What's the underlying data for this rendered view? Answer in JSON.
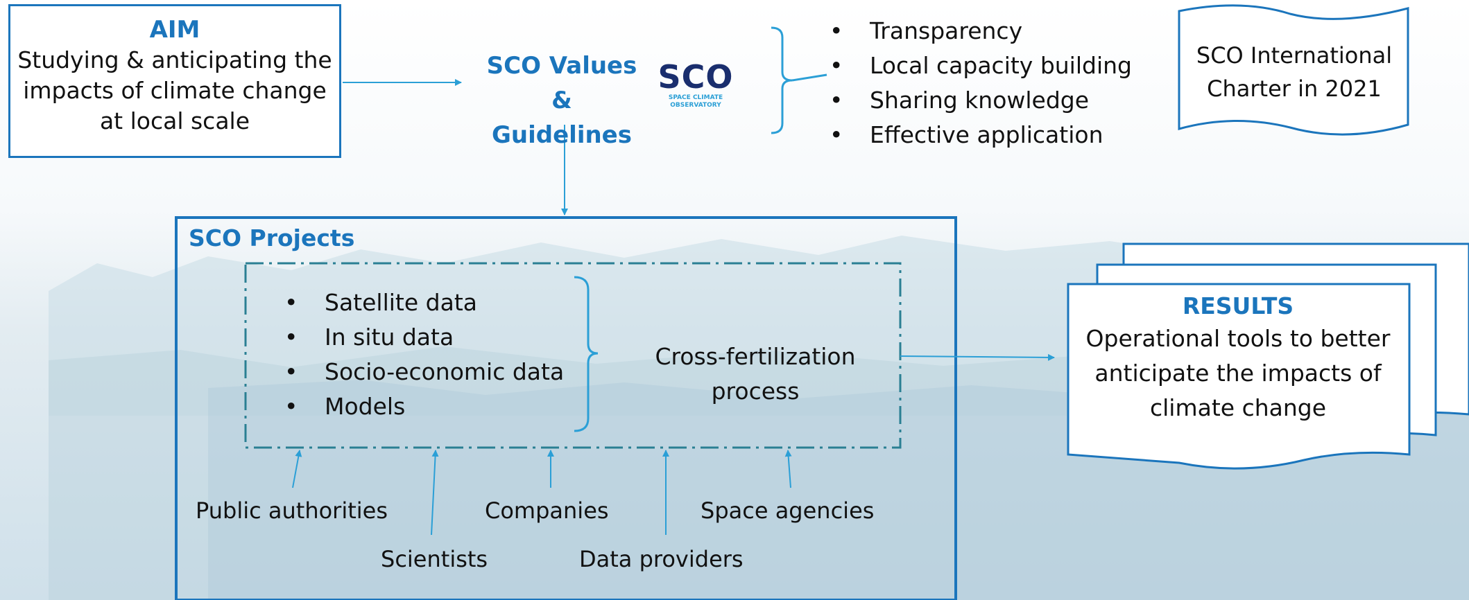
{
  "aim": {
    "title": "AIM",
    "text": "Studying & anticipating the impacts of climate change at local scale"
  },
  "values": {
    "title": "SCO Values & Guidelines",
    "items": [
      "Transparency",
      "Local capacity building",
      "Sharing knowledge",
      "Effective application"
    ]
  },
  "logo": {
    "text": "SCO",
    "subtitle": "SPACE CLIMATE OBSERVATORY"
  },
  "charter": {
    "text": "SCO International Charter in 2021"
  },
  "projects": {
    "title": "SCO Projects",
    "data_items": [
      "Satellite data",
      "In situ data",
      "Socio-economic data",
      "Models"
    ],
    "process": "Cross-fertilization process"
  },
  "stakeholders": {
    "public_authorities": "Public authorities",
    "scientists": "Scientists",
    "companies": "Companies",
    "data_providers": "Data providers",
    "space_agencies": "Space agencies"
  },
  "results": {
    "title": "RESULTS",
    "text": "Operational tools to better anticipate the impacts of climate change"
  },
  "colors": {
    "accent": "#1b75bc",
    "connector": "#2b9fd6",
    "dashed_border": "#2a7f93",
    "logo_navy": "#1a2e6e"
  }
}
